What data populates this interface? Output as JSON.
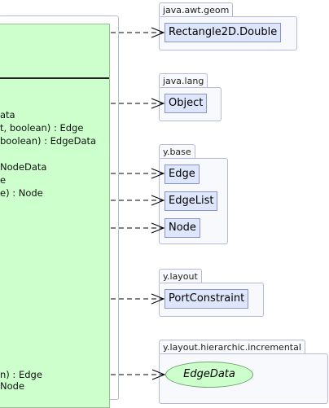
{
  "main_class": {
    "members": [
      "ata",
      "t, boolean) : Edge",
      "boolean) : EdgeData",
      "NodeData",
      "e",
      "e) : Node",
      "n) : Edge",
      "Node"
    ]
  },
  "packages": [
    {
      "name": "java.awt.geom",
      "classes": [
        "Rectangle2D.Double"
      ]
    },
    {
      "name": "java.lang",
      "classes": [
        "Object"
      ]
    },
    {
      "name": "y.base",
      "classes": [
        "Edge",
        "EdgeList",
        "Node"
      ]
    },
    {
      "name": "y.layout",
      "classes": [
        "PortConstraint"
      ]
    },
    {
      "name": "y.layout.hierarchic.incremental",
      "classes": [
        "EdgeData"
      ]
    }
  ],
  "colors": {
    "class_fill": "#ccffcc",
    "ref_class_fill": "#dde6fb",
    "package_border": "#b5bbd6"
  }
}
